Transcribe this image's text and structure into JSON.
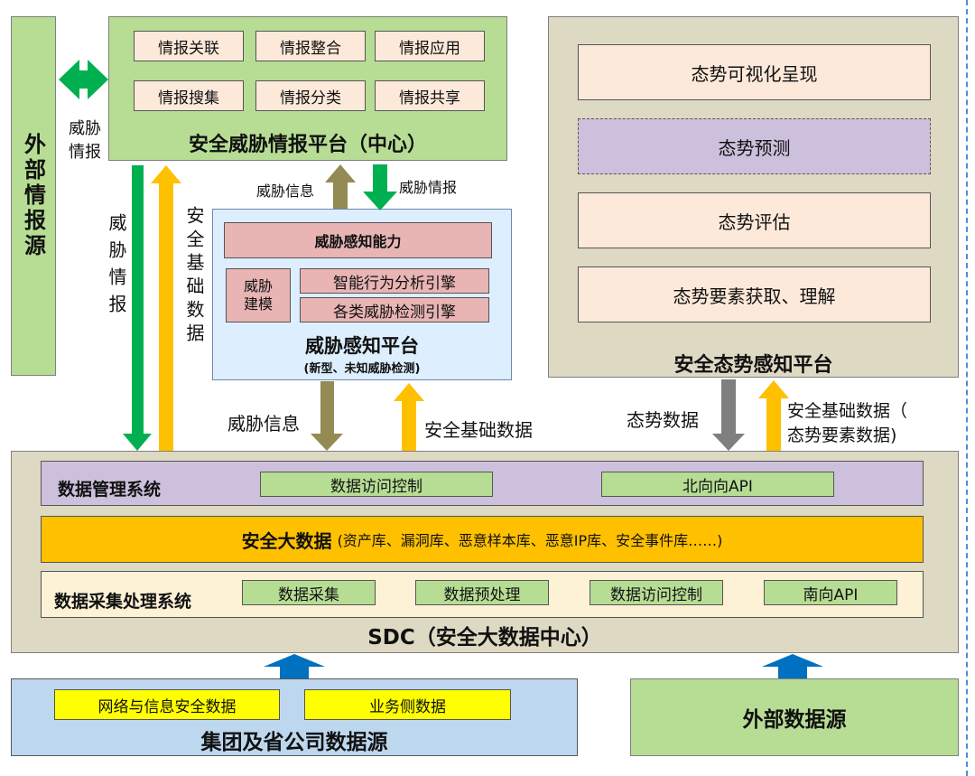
{
  "external_intel": {
    "title": "外部情报源"
  },
  "intel_platform": {
    "title": "安全威胁情报平台（中心）",
    "chips": [
      "情报关联",
      "情报整合",
      "情报应用",
      "情报搜集",
      "情报分类",
      "情报共享"
    ],
    "side_label_line1": "威胁",
    "side_label_line2": "情报"
  },
  "perception_platform": {
    "header": "威胁感知能力",
    "modeling": "威胁建模",
    "engine1": "智能行为分析引擎",
    "engine2": "各类威胁检测引擎",
    "title": "威胁感知平台",
    "subtitle": "(新型、未知威胁检测)"
  },
  "situation_platform": {
    "items": [
      "态势可视化呈现",
      "态势预测",
      "态势评估",
      "态势要素获取、理解"
    ],
    "title": "安全态势感知平台"
  },
  "arrow_labels": {
    "threat_info_up": "威胁信息",
    "threat_intel_down": "威胁情报",
    "left_down": "威胁情报",
    "left_up": "安全基础数据",
    "threat_info_mid": "威胁信息",
    "base_data_mid": "安全基础数据",
    "situation_data": "态势数据",
    "base_data_right_line1": "安全基础数据（",
    "base_data_right_line2": "态势要素数据)"
  },
  "sdc": {
    "title": "SDC（安全大数据中心）",
    "mgmt": {
      "title": "数据管理系统",
      "chips": [
        "数据访问控制",
        "北向向API"
      ]
    },
    "bigdata": {
      "title": "安全大数据",
      "detail": "(资产库、漏洞库、恶意样本库、恶意IP库、安全事件库……)"
    },
    "collect": {
      "title": "数据采集处理系统",
      "chips": [
        "数据采集",
        "数据预处理",
        "数据访问控制",
        "南向API"
      ]
    }
  },
  "group_source": {
    "title": "集团及省公司数据源",
    "chips": [
      "网络与信息安全数据",
      "业务侧数据"
    ]
  },
  "external_data": {
    "title": "外部数据源"
  },
  "colors": {
    "green": "#b7dd95",
    "beige": "#ded9c3",
    "peach": "#fde9d9",
    "lavender": "#cdc0dc",
    "light_blue": "#ddeeff",
    "orange": "#ffc000",
    "blue_box": "#bdd7ee",
    "arrow_green": "#00b050",
    "arrow_orange": "#ffc000",
    "arrow_olive": "#948a54",
    "arrow_gray": "#7f7f7f",
    "arrow_blue": "#0070c0"
  }
}
